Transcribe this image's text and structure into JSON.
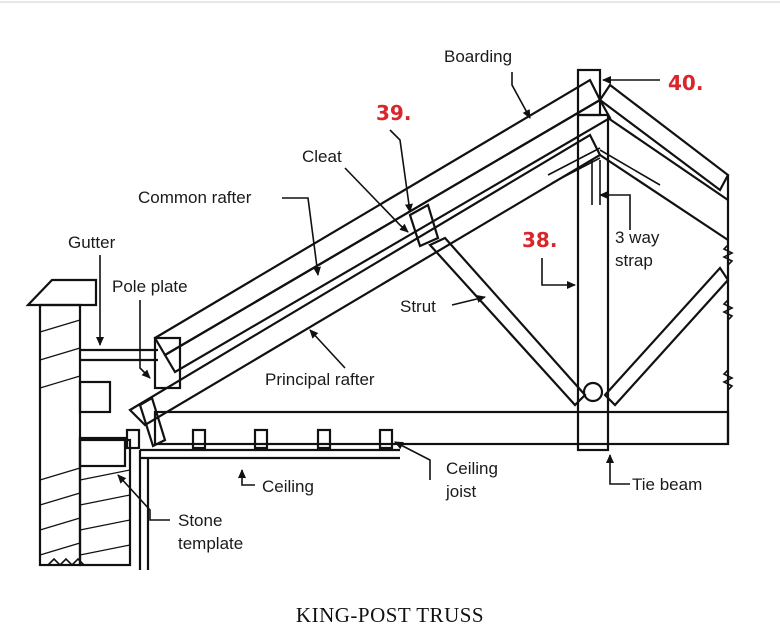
{
  "diagram": {
    "caption": "KING-POST TRUSS",
    "labels": {
      "boarding": "Boarding",
      "cleat": "Cleat",
      "common_rafter": "Common rafter",
      "gutter": "Gutter",
      "pole_plate": "Pole plate",
      "principal_rafter": "Principal rafter",
      "strut": "Strut",
      "three_way_strap_line1": "3 way",
      "three_way_strap_line2": "strap",
      "ceiling": "Ceiling",
      "ceiling_joist_line1": "Ceiling",
      "ceiling_joist_line2": "joist",
      "tie_beam": "Tie beam",
      "stone_template_line1": "Stone",
      "stone_template_line2": "template"
    },
    "question_numbers": {
      "q38": "38.",
      "q39": "39.",
      "q40": "40."
    },
    "colors": {
      "question_number": "#d9262c",
      "line": "#111111",
      "background": "#ffffff"
    }
  }
}
